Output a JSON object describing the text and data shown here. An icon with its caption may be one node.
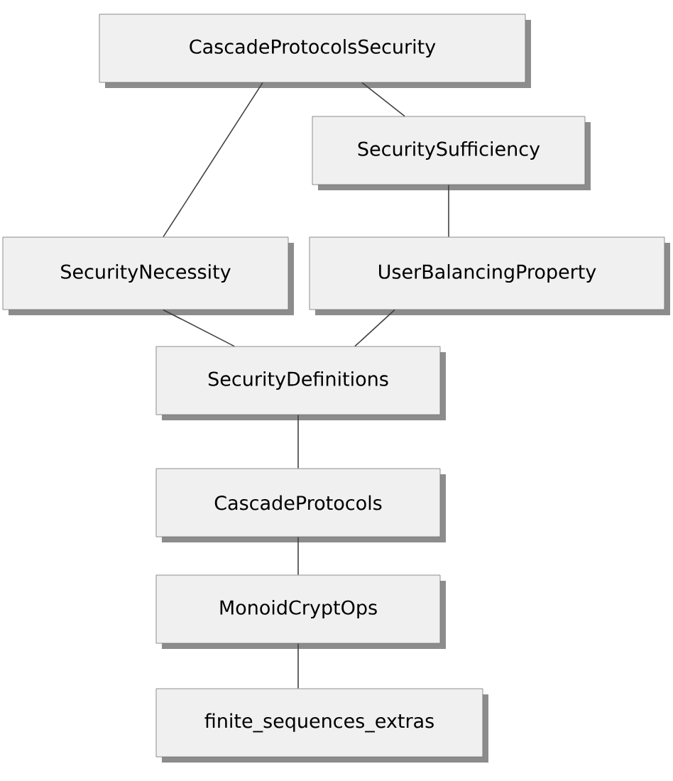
{
  "diagram": {
    "nodes": [
      {
        "text": [
          "CascadeProtocolsSecurity"
        ]
      },
      {
        "text": [
          "SecuritySufficiency"
        ]
      },
      {
        "text": [
          "SecurityNecessity"
        ]
      },
      {
        "text": [
          "UserBalancingProperty"
        ]
      },
      {
        "text": [
          "SecurityDefinitions"
        ]
      },
      {
        "text": [
          "CascadeProtocols"
        ]
      },
      {
        "text": [
          "MonoidCryptOps"
        ]
      },
      {
        "text": [
          "finite_sequences_extras"
        ]
      }
    ],
    "edges": [
      {
        "from": 0,
        "to": 2,
        "arrow": "none"
      },
      {
        "from": 0,
        "to": 1,
        "arrow": "none"
      },
      {
        "from": 1,
        "to": 3,
        "arrow": "none"
      },
      {
        "from": 2,
        "to": 4,
        "arrow": "none"
      },
      {
        "from": 3,
        "to": 4,
        "arrow": "none"
      },
      {
        "from": 4,
        "to": 5,
        "arrow": "none"
      },
      {
        "from": 5,
        "to": 6,
        "arrow": "none"
      },
      {
        "from": 6,
        "to": 7,
        "arrow": "none"
      }
    ]
  }
}
